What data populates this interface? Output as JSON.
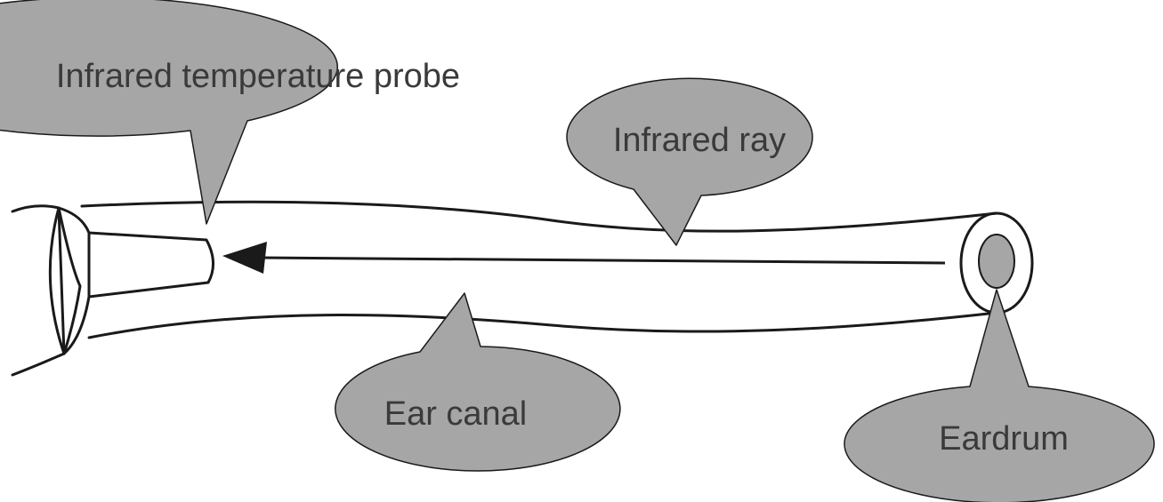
{
  "labels": {
    "probe": "Infrared temperature probe",
    "ray": "Infrared ray",
    "canal": "Ear canal",
    "eardrum": "Eardrum"
  },
  "colors": {
    "bubble_fill": "#a6a6a6",
    "line": "#1a1a1a",
    "text": "#3a3a3a",
    "eardrum_fill": "#a6a6a6"
  }
}
